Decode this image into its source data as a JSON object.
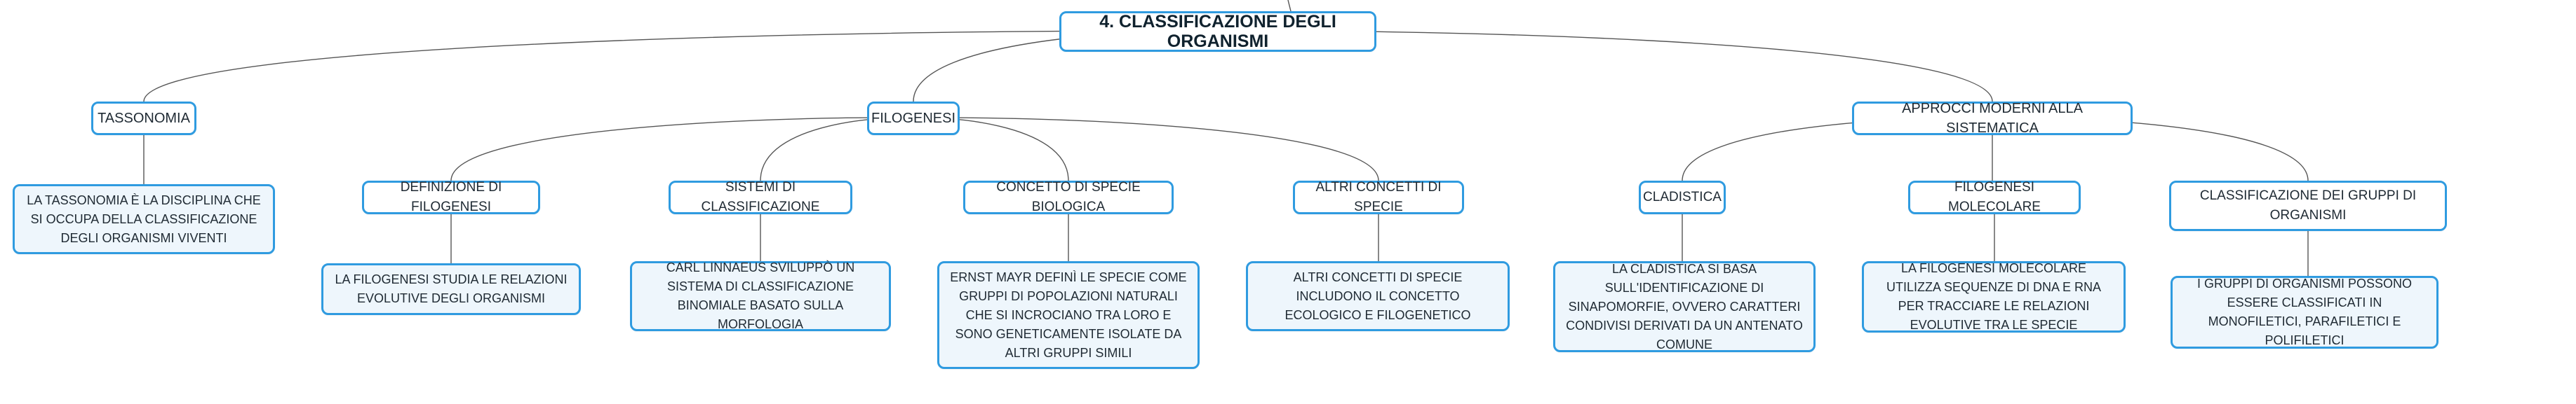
{
  "diagram": {
    "root": "4. CLASSIFICAZIONE DEGLI ORGANISMI",
    "level1": {
      "tassonomia": "TASSONOMIA",
      "filogenesi": "FILOGENESI",
      "approcci": "APPROCCI MODERNI ALLA SISTEMATICA"
    },
    "level2": {
      "def_filogenesi": "DEFINIZIONE DI FILOGENESI",
      "sistemi": "SISTEMI DI CLASSIFICAZIONE",
      "concetto_bio": "CONCETTO DI SPECIE BIOLOGICA",
      "altri_concetti": "ALTRI CONCETTI DI SPECIE",
      "cladistica": "CLADISTICA",
      "filo_molecolare": "FILOGENESI MOLECOLARE",
      "gruppi": "CLASSIFICAZIONE DEI GRUPPI DI ORGANISMI"
    },
    "leaves": {
      "tassonomia": "LA TASSONOMIA È LA DISCIPLINA CHE SI OCCUPA DELLA CLASSIFICAZIONE DEGLI ORGANISMI VIVENTI",
      "def_filogenesi": "LA FILOGENESI STUDIA LE RELAZIONI EVOLUTIVE DEGLI ORGANISMI",
      "sistemi": "CARL LINNAEUS SVILUPPÒ UN SISTEMA DI CLASSIFICAZIONE BINOMIALE BASATO SULLA MORFOLOGIA",
      "concetto_bio": "ERNST MAYR DEFINÌ LE SPECIE COME GRUPPI DI POPOLAZIONI NATURALI CHE SI INCROCIANO TRA LORO E SONO GENETICAMENTE ISOLATE DA ALTRI GRUPPI SIMILI",
      "altri_concetti": "ALTRI CONCETTI DI SPECIE INCLUDONO IL CONCETTO ECOLOGICO E FILOGENETICO",
      "cladistica": "LA CLADISTICA SI BASA SULL'IDENTIFICAZIONE DI SINAPOMORFIE, OVVERO CARATTERI CONDIVISI DERIVATI DA UN ANTENATO COMUNE",
      "filo_molecolare": "LA FILOGENESI MOLECOLARE UTILIZZA SEQUENZE DI DNA E RNA PER TRACCIARE LE RELAZIONI EVOLUTIVE TRA LE SPECIE",
      "gruppi": "I GRUPPI DI ORGANISMI POSSONO ESSERE CLASSIFICATI IN MONOFILETICI, PARAFILETICI E POLIFILETICI"
    }
  },
  "colors": {
    "node_border": "#2f9be0",
    "leaf_fill": "#eef6fc",
    "link": "#555555"
  }
}
